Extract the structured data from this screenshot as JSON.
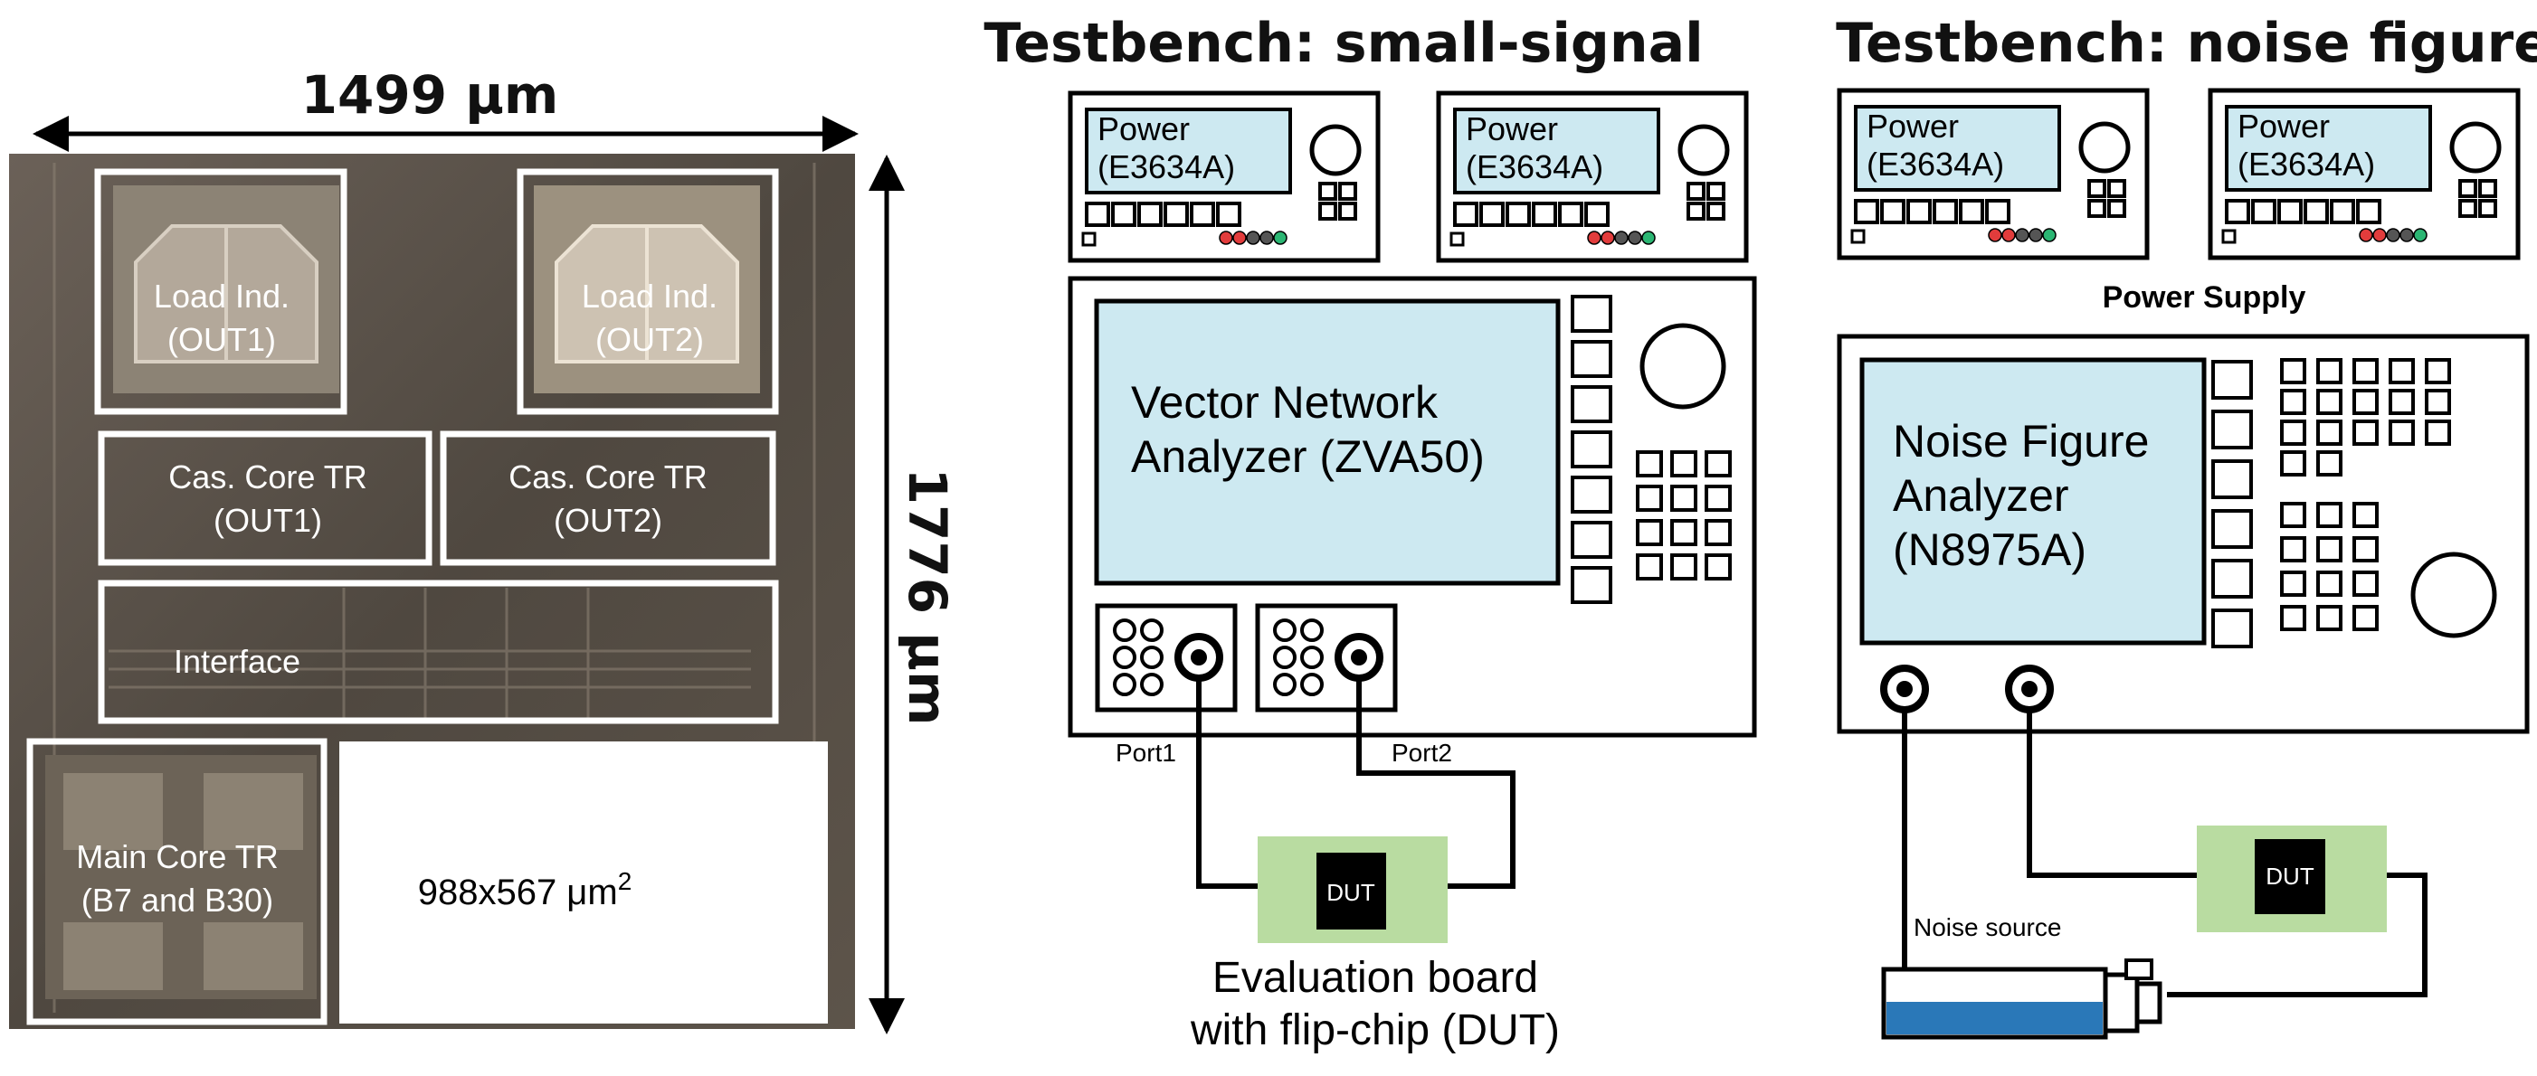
{
  "chip": {
    "width_label": "1499 μm",
    "height_label": "1776 μm",
    "blocks": {
      "load1": [
        "Load Ind.",
        "(OUT1)"
      ],
      "load2": [
        "Load Ind.",
        "(OUT2)"
      ],
      "cas1": [
        "Cas. Core TR",
        "(OUT1)"
      ],
      "cas2": [
        "Cas. Core TR",
        "(OUT2)"
      ],
      "interface": "Interface",
      "main": [
        "Main Core TR",
        "(B7 and B30)"
      ],
      "area_label": "988x567 μm",
      "area_sup": "2"
    }
  },
  "small_signal": {
    "title": "Testbench: small-signal",
    "psu_label": [
      "Power",
      "(E3634A)"
    ],
    "vna_label": [
      "Vector Network",
      "Analyzer (ZVA50)"
    ],
    "port1": "Port1",
    "port2": "Port2",
    "dut": "DUT",
    "board_label": [
      "Evaluation board",
      "with flip-chip (DUT)"
    ]
  },
  "noise_figure": {
    "title": "Testbench: noise figure",
    "psu_label": [
      "Power",
      "(E3634A)"
    ],
    "psu_caption": "Power Supply",
    "nfa_label": [
      "Noise Figure",
      "Analyzer",
      "(N8975A)"
    ],
    "dut": "DUT",
    "noise_source": "Noise source"
  },
  "colors": {
    "screen": "#cde9f1",
    "board": "#b9dca1",
    "noise_source_body": "#2a78b8",
    "chip_bg": "#5a5148",
    "led_red": "#e23c3c",
    "led_green": "#2bb673"
  }
}
